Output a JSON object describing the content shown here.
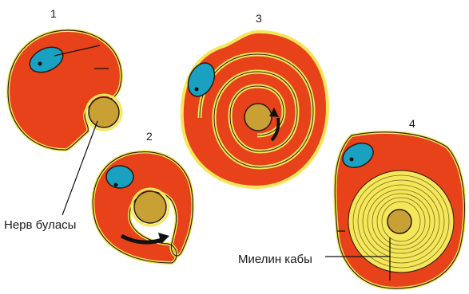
{
  "stages": [
    {
      "number": "1"
    },
    {
      "number": "2"
    },
    {
      "number": "3"
    },
    {
      "number": "4"
    }
  ],
  "labels": {
    "nerve_fiber": "Нерв буласы",
    "myelin_sheath": "Миелин кабы"
  },
  "colors": {
    "schwann_cell": "#e8421a",
    "membrane": "#f4e75a",
    "nucleus": "#1aa0c0",
    "axon": "#c9a033",
    "outline": "#2a1a10",
    "arrow": "#1a1a1a"
  }
}
